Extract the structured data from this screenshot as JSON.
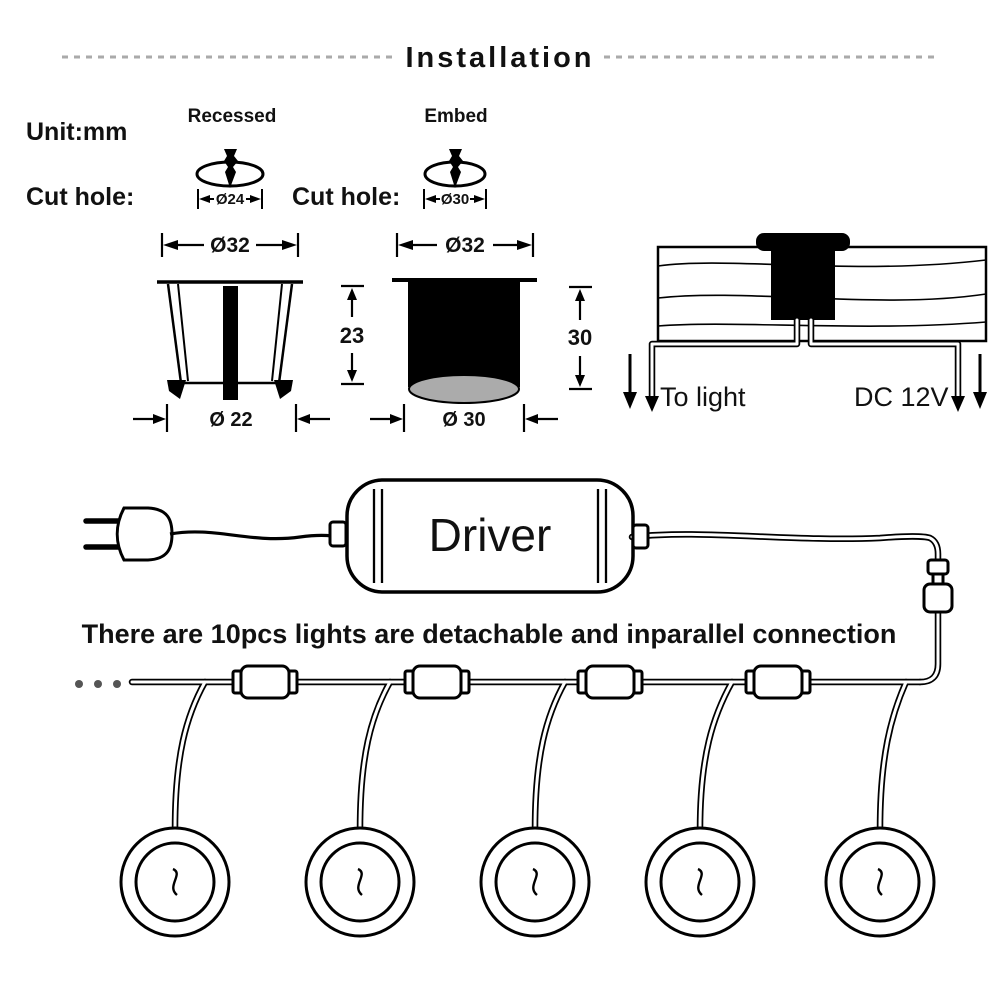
{
  "title": "Installation",
  "header": {
    "unit": "Unit:mm",
    "recessed": "Recessed",
    "embed": "Embed",
    "cut_hole_left": "Cut hole:",
    "cut_hole_right": "Cut hole:",
    "recessed_hole_dia": "Ø24",
    "embed_hole_dia": "Ø30"
  },
  "recessed_fixture": {
    "top_dia": "Ø32",
    "height": "23",
    "bottom_dia": "Ø 22"
  },
  "embed_fixture": {
    "top_dia": "Ø32",
    "height": "30",
    "bottom_dia": "Ø 30"
  },
  "deck": {
    "to_light": "To light",
    "power": "DC 12V"
  },
  "driver": {
    "label": "Driver"
  },
  "note": "There are 10pcs lights are detachable and inparallel connection",
  "colors": {
    "ink": "#111111",
    "background": "#ffffff",
    "lens": "#ababab",
    "dash": "#aaaaaa"
  }
}
